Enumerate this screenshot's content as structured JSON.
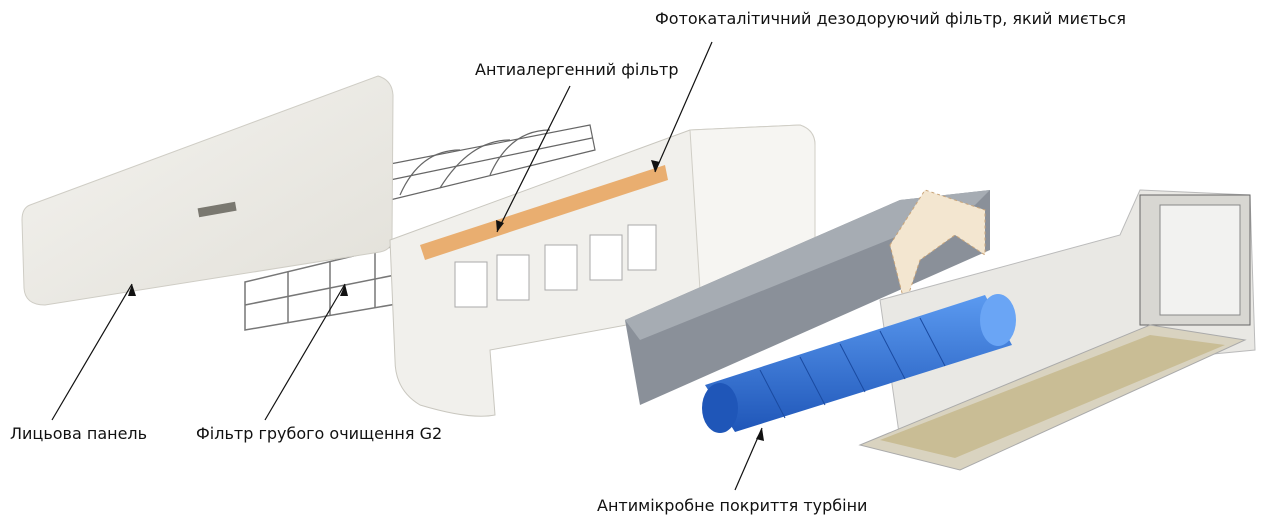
{
  "labels": {
    "photocatalytic_filter": "Фотокаталітичний дезодоруючий фільтр, який миється",
    "antiallergen_filter": "Антиалергенний фільтр",
    "front_panel": "Лицьова панель",
    "coarse_filter": "Фільтр грубого очищення G2",
    "turbine_coating": "Антимікробне покриття турбіни"
  },
  "colors": {
    "panel": "#eeece6",
    "turbine": "#2f6fd6",
    "housing": "#8a9099",
    "filter_orange": "#e8a25a"
  }
}
